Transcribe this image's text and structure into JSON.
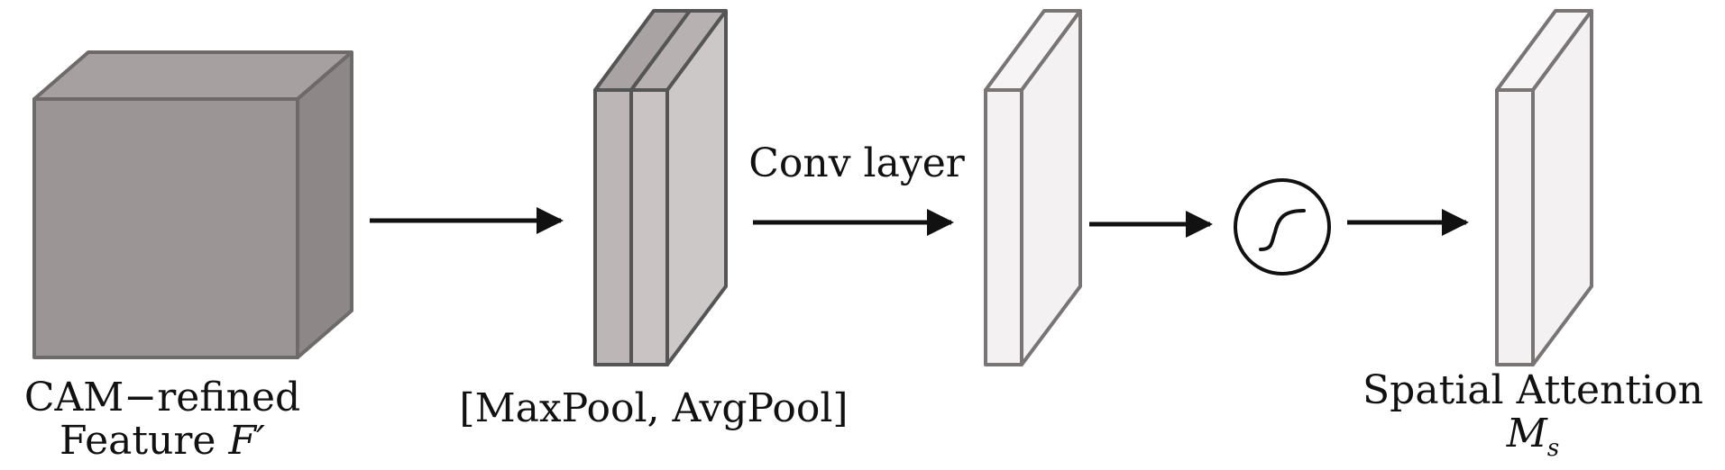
{
  "blocks": {
    "input": {
      "line1": "CAM−refined",
      "line2_prefix": "Feature ",
      "line2_symbol": "F′",
      "fill_front": "#9b9595",
      "fill_side": "#8d8787"
    },
    "pool": {
      "label": "[MaxPool, AvgPool]",
      "fill_front": "#bdb6b6",
      "fill_side": "#cdc8c8"
    },
    "conv": {
      "label": "Conv layer",
      "fill": "#f3f1f1"
    },
    "sigmoid": {
      "icon": "sigmoid-icon"
    },
    "output": {
      "line1": "Spatial Attention",
      "symbol_main": "M",
      "symbol_sub": "s",
      "fill": "#f3f1f1"
    }
  },
  "colors": {
    "stroke": "#6e6a6a",
    "arrow": "#111111"
  }
}
